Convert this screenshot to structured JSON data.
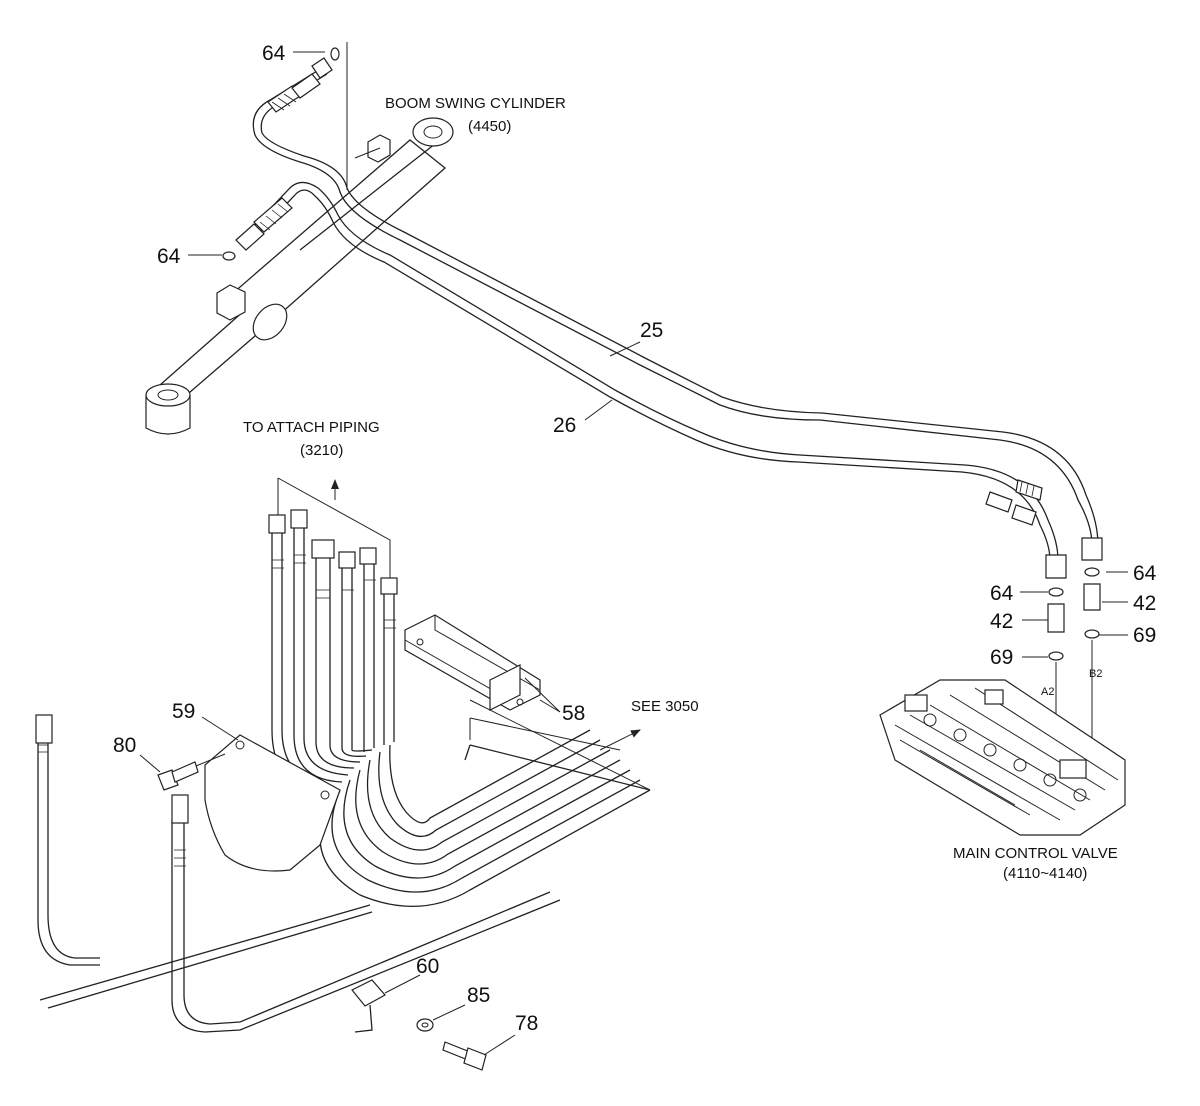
{
  "captions": {
    "boom_swing_title": "BOOM SWING CYLINDER",
    "boom_swing_code": "(4450)",
    "attach_piping_title": "TO ATTACH PIPING",
    "attach_piping_code": "(3210)",
    "see_ref": "SEE 3050",
    "mcv_title": "MAIN CONTROL VALVE",
    "mcv_code": "(4110~4140)",
    "port_a2": "A2",
    "port_b2": "B2"
  },
  "callouts": {
    "c64_top": "64",
    "c64_left": "64",
    "c25": "25",
    "c26": "26",
    "c64_right_a": "64",
    "c64_right_b": "64",
    "c42_right": "42",
    "c42_left": "42",
    "c69_right": "69",
    "c69_left": "69",
    "c58": "58",
    "c59": "59",
    "c80": "80",
    "c60": "60",
    "c85": "85",
    "c78": "78"
  }
}
